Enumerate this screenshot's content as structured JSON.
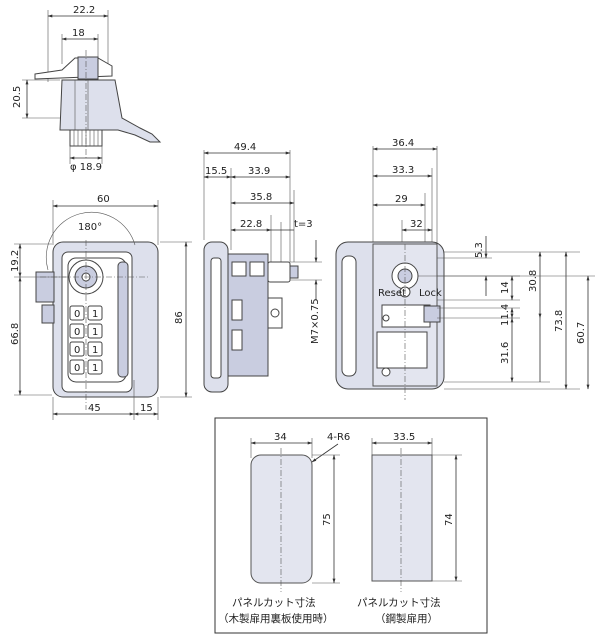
{
  "top_view": {
    "d_22_2": "22.2",
    "d_18": "18",
    "d_20_5": "20.5",
    "d_phi": "φ 18.9"
  },
  "front_view": {
    "d_60": "60",
    "d_180": "180°",
    "d_19_2": "19.2",
    "d_66_8": "66.8",
    "d_86": "86",
    "d_45": "45",
    "d_15": "15",
    "keypad": [
      "0",
      "1",
      "0",
      "1",
      "0",
      "1",
      "0",
      "1"
    ]
  },
  "side_view": {
    "d_49_4": "49.4",
    "d_15_5": "15.5",
    "d_33_9": "33.9",
    "d_35_8": "35.8",
    "d_22_8": "22.8",
    "d_t3": "t=3",
    "d_m7": "M7×0.75"
  },
  "rear_view": {
    "d_36_4": "36.4",
    "d_33_3": "33.3",
    "d_29": "29",
    "d_32": "32",
    "d_5_3": "5.3",
    "d_14": "14",
    "d_30_8": "30.8",
    "d_11_4": "11.4",
    "d_31_6": "31.6",
    "d_73_8": "73.8",
    "d_60_7": "60.7",
    "mark_reset": "Reset",
    "mark_lock": "Lock"
  },
  "panel_cut": {
    "left": {
      "d_34": "34",
      "d_r6": "4-R6",
      "d_75": "75",
      "caption_1": "パネルカット寸法",
      "caption_2": "（木製扉用裏板使用時）"
    },
    "right": {
      "d_33_5": "33.5",
      "d_74": "74",
      "caption_1": "パネルカット寸法",
      "caption_2": "（鋼製扉用）"
    }
  }
}
